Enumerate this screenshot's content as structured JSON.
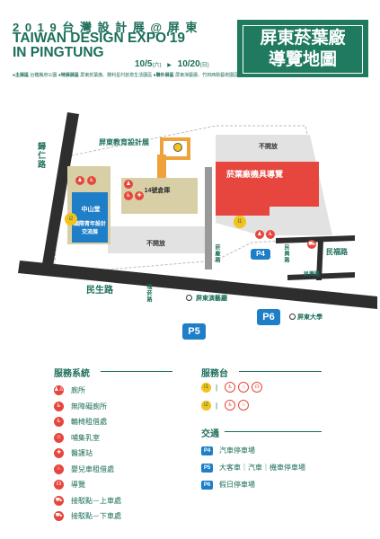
{
  "header": {
    "year_line": "2 0 1 9 台 灣 設 計 展 @ 屏 東",
    "expo_line1": "TAIWAN DESIGN EXPO'19",
    "expo_line2": "IN PINGTUNG",
    "date_start": "10/5",
    "date_start_day": "(六)",
    "date_sep": "▶",
    "date_end": "10/20",
    "date_end_day": "(日)",
    "area1_name": "●主展區",
    "area1_desc": "台糖縣府公園",
    "area2_name": "●特展展區",
    "area2_desc": "屏東菸葉廠、勝利星村創意生活園區",
    "area3_name": "●聯外展區",
    "area3_desc": "屏東演藝廳、竹田西勢藝術園區",
    "title_line1": "屏東菸葉廠",
    "title_line2": "導覽地圖"
  },
  "map": {
    "road_ren": "歸仁路",
    "road_minsheng": "民生路",
    "road_minfu": "民福路",
    "road_minxing_v": "民興路",
    "road_minxing_h": "民興路",
    "road_yanfan": "菸廠路",
    "road_ruoyan": "瑞菸路",
    "building_edu": "屏東教育設計展",
    "building_zhongshan": "中山堂",
    "building_youth": "國際青年設計交流展",
    "building_14": "14號倉庫",
    "building_closed1": "不開放",
    "building_closed2": "不開放",
    "building_tobacco": "菸葉廠機具導覽",
    "theater": "屏東演藝廳",
    "university": "屏東大學",
    "marker_i1": "i1",
    "marker_i2": "i2",
    "p4": "P4",
    "p5": "P5",
    "p6": "P6"
  },
  "legend": {
    "services_title": "服務系統",
    "services": [
      {
        "icon": "toilet-icon",
        "glyph": "♟♙",
        "label": "廁所"
      },
      {
        "icon": "accessible-toilet-icon",
        "glyph": "♿",
        "label": "無障礙廁所"
      },
      {
        "icon": "wheelchair-rental-icon",
        "glyph": "♿",
        "label": "輪椅租借處"
      },
      {
        "icon": "nursing-room-icon",
        "glyph": "☺",
        "label": "哺集乳室"
      },
      {
        "icon": "first-aid-icon",
        "glyph": "✚",
        "label": "醫護站"
      },
      {
        "icon": "stroller-rental-icon",
        "glyph": "♘",
        "label": "嬰兒車租借處"
      },
      {
        "icon": "guide-icon",
        "glyph": "☊",
        "label": "導覽"
      },
      {
        "icon": "shuttle-pickup-icon",
        "glyph": "⛟",
        "label": "接駁點－上車處"
      },
      {
        "icon": "shuttle-dropoff-icon",
        "glyph": "⛟",
        "label": "接駁點－下車處"
      }
    ],
    "service_desk_title": "服務台",
    "desk1_tag": "i1",
    "desk2_tag": "i2",
    "desk_sep": "|",
    "transport_title": "交通",
    "transport": [
      {
        "tag": "P4",
        "label": "汽車停車場"
      },
      {
        "tag": "P5",
        "label": "大客車｜汽車｜機車停車場"
      },
      {
        "tag": "P6",
        "label": "假日停車場"
      }
    ]
  }
}
